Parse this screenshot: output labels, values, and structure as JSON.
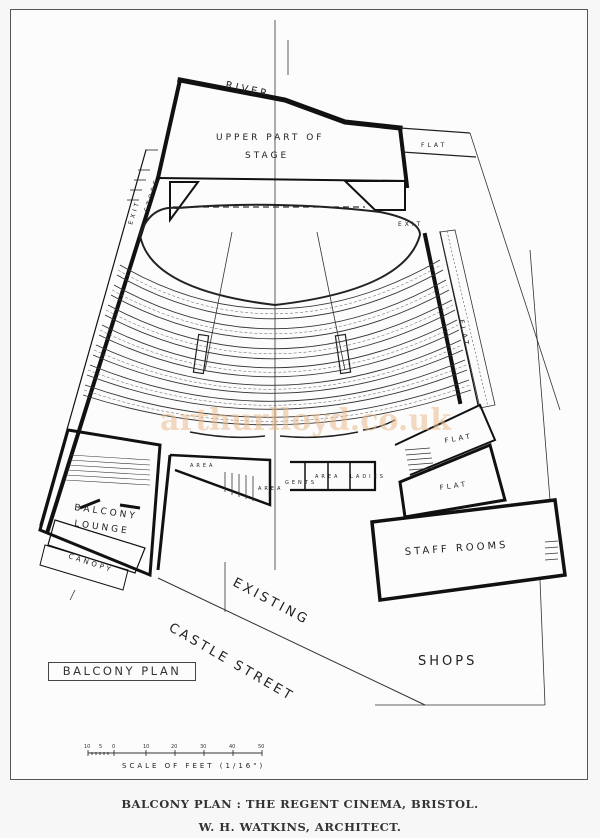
{
  "plan": {
    "title_box": "BALCONY PLAN",
    "caption_line1": "BALCONY PLAN : THE REGENT CINEMA, BRISTOL.",
    "caption_line2": "W. H. WATKINS, ARCHITECT.",
    "watermark": "arthurlloyd.co.uk"
  },
  "labels": {
    "river": "RIVER",
    "stage_line1": "UPPER PART OF",
    "stage_line2": "STAGE",
    "flat_top": "FLAT",
    "flat_right": "FLAT",
    "flat_mid1": "FLAT",
    "flat_mid2": "FLAT",
    "exit_left": "EXIT",
    "store": "STORE",
    "exit_right": "EXIT",
    "area1": "AREA",
    "area2": "AREA",
    "area3": "AREA",
    "gents": "GENTS",
    "ladies": "LADIES",
    "balcony_lounge_line1": "BALCONY",
    "balcony_lounge_line2": "LOUNGE",
    "canopy": "CANOPY",
    "staff_rooms": "STAFF ROOMS",
    "existing": "EXISTING",
    "shops": "SHOPS",
    "castle_street": "CASTLE STREET"
  },
  "scale": {
    "ticks": [
      "10",
      "5",
      "0",
      "10",
      "20",
      "30",
      "40",
      "50"
    ],
    "label": "SCALE OF FEET (1/16\")"
  },
  "colors": {
    "ink": "#111111",
    "paper": "#fcfcfc",
    "watermark": "#e8b98a"
  }
}
